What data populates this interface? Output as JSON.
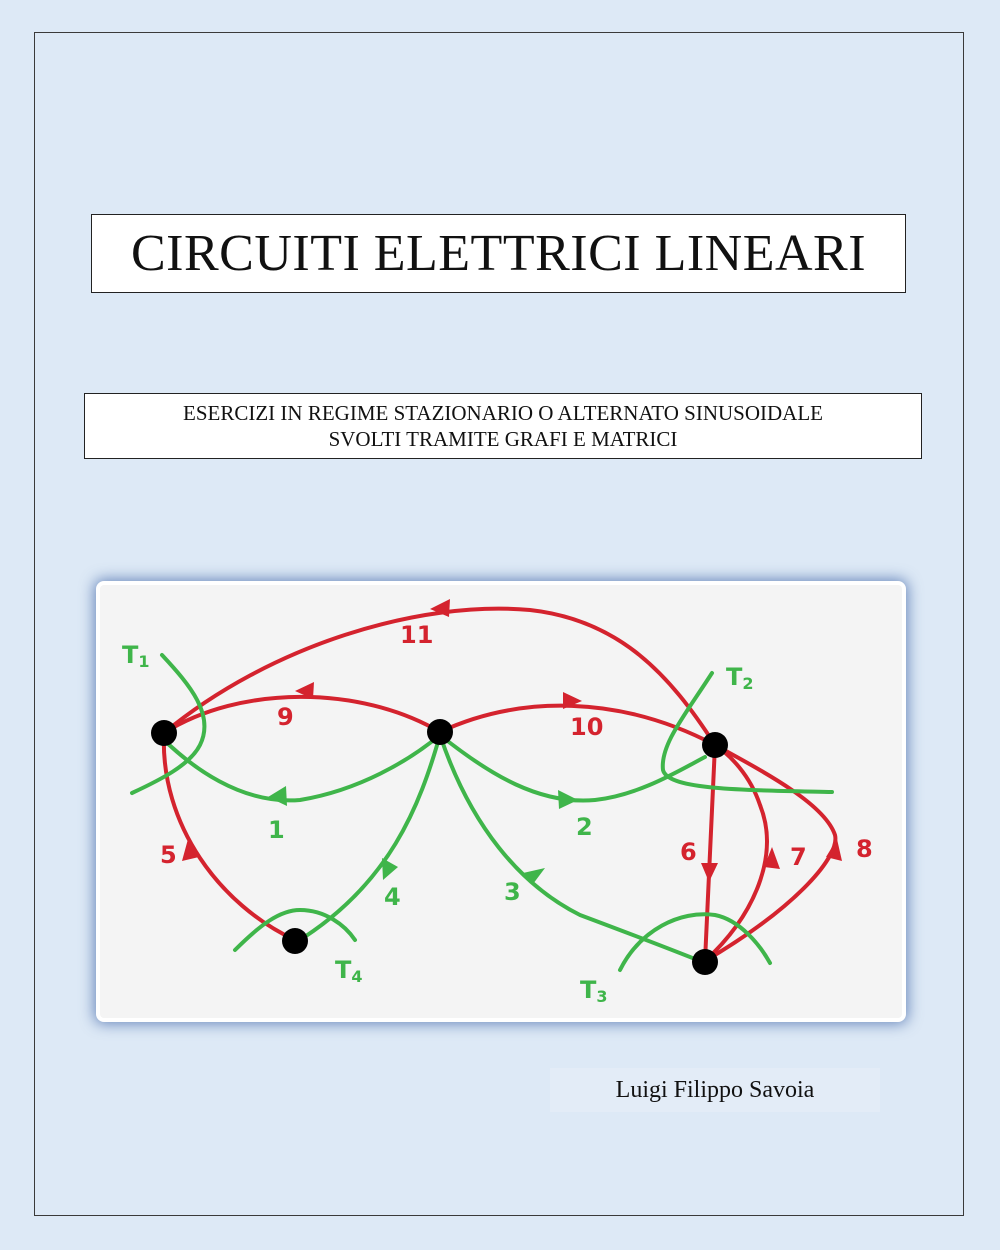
{
  "cover": {
    "title": "CIRCUITI ELETTRICI LINEARI",
    "subtitle_line1": "ESERCIZI IN REGIME STAZIONARIO O ALTERNATO SINUSOIDALE",
    "subtitle_line2": "SVOLTI TRAMITE GRAFI E MATRICI",
    "author": "Luigi Filippo Savoia"
  },
  "graph": {
    "colors": {
      "link": "#d4232e",
      "tree": "#3fb54a",
      "node": "#000000",
      "background": "#f4f4f4"
    },
    "link_branches": [
      "11",
      "9",
      "10",
      "5",
      "6",
      "7",
      "8"
    ],
    "tree_branches": [
      "1",
      "2",
      "3",
      "4"
    ],
    "cut_sets": [
      {
        "name": "T",
        "sub": "1"
      },
      {
        "name": "T",
        "sub": "2"
      },
      {
        "name": "T",
        "sub": "3"
      },
      {
        "name": "T",
        "sub": "4"
      }
    ]
  }
}
